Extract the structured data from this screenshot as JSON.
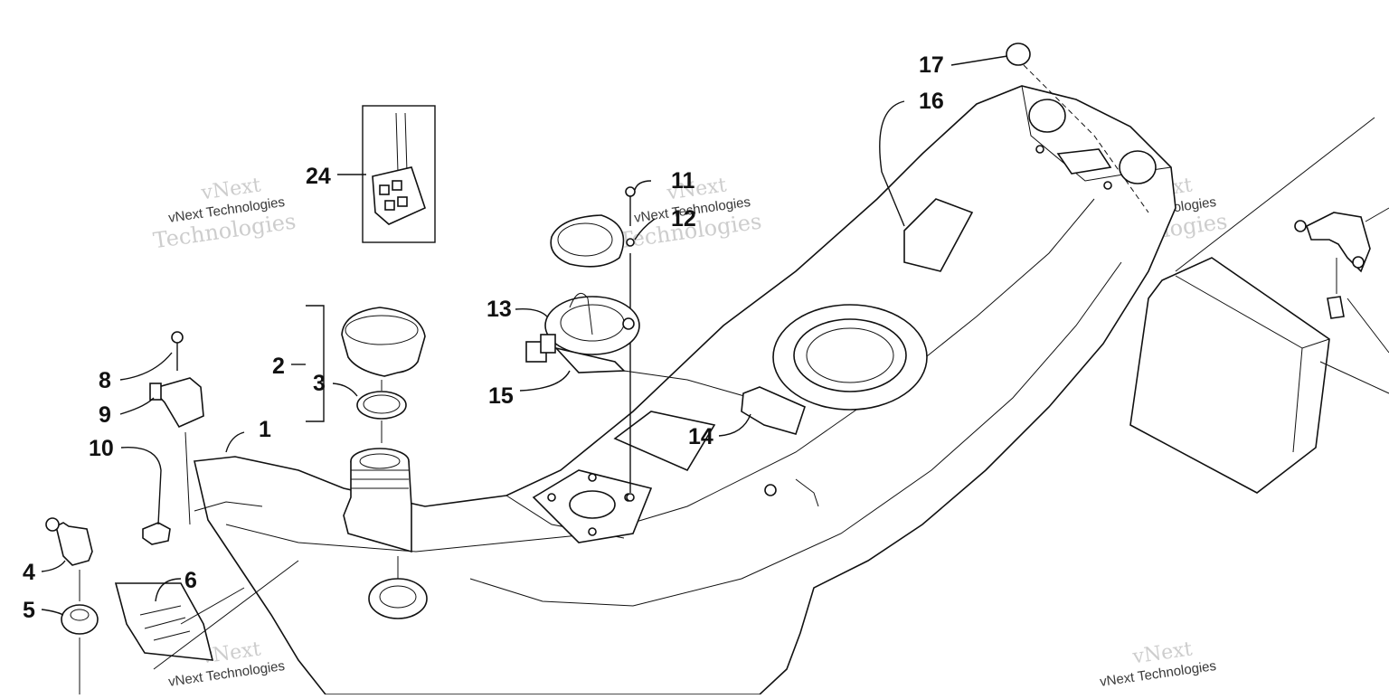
{
  "watermark": {
    "brand": "vNext",
    "line1": "vNext Technologies",
    "line2": "Technologies"
  },
  "callouts": {
    "c1": "1",
    "c2": "2",
    "c3": "3",
    "c4": "4",
    "c5": "5",
    "c6": "6",
    "c8": "8",
    "c9": "9",
    "c10": "10",
    "c11": "11",
    "c12": "12",
    "c13": "13",
    "c14": "14",
    "c15": "15",
    "c16": "16",
    "c17": "17",
    "c24": "24"
  }
}
